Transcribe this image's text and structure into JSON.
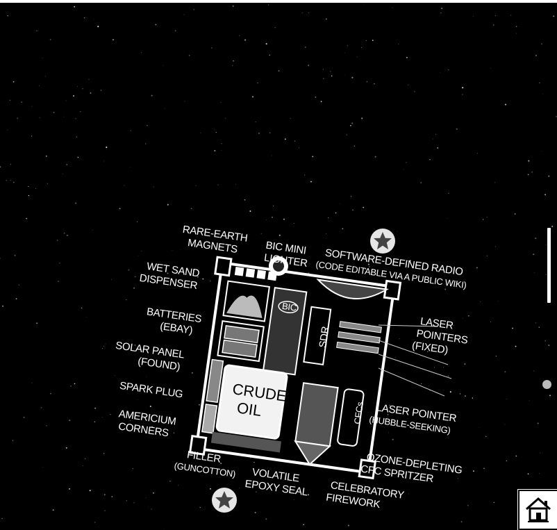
{
  "labels": {
    "rare_earth": [
      "RARE-EARTH",
      "MAGNETS"
    ],
    "bic_mini": [
      "BIC MINI",
      "LIGHTER"
    ],
    "radio": [
      "SOFTWARE-DEFINED RADIO",
      "(CODE EDITABLE VIA A PUBLIC WIKI)"
    ],
    "wet_sand": [
      "WET SAND",
      "DISPENSER"
    ],
    "batteries": [
      "BATTERIES",
      "(EBAY)"
    ],
    "laser_fixed": [
      "LASER",
      "POINTERS",
      "(FIXED)"
    ],
    "solar": [
      "SOLAR PANEL",
      "(FOUND)"
    ],
    "spark": "SPARK PLUG",
    "americium": [
      "AMERICIUM",
      "CORNERS"
    ],
    "laser_hubble": [
      "LASER POINTER",
      "(HUBBLE-SEEKING)"
    ],
    "filler": [
      "FILLER",
      "(GUNCOTTON)"
    ],
    "epoxy": [
      "VOLATILE",
      "EPOXY SEAL"
    ],
    "firework": [
      "CELEBRATORY",
      "FIREWORK"
    ],
    "ozone": [
      "OZONE-DEPLETING",
      "CFC SPRITZER"
    ],
    "crude": [
      "CRUDE",
      "OIL"
    ],
    "bic": "BIC",
    "sdr": "SDR",
    "cfcs": "CFCs"
  },
  "icons": {
    "star_token": "star-badge-icon",
    "home": "home-icon"
  }
}
